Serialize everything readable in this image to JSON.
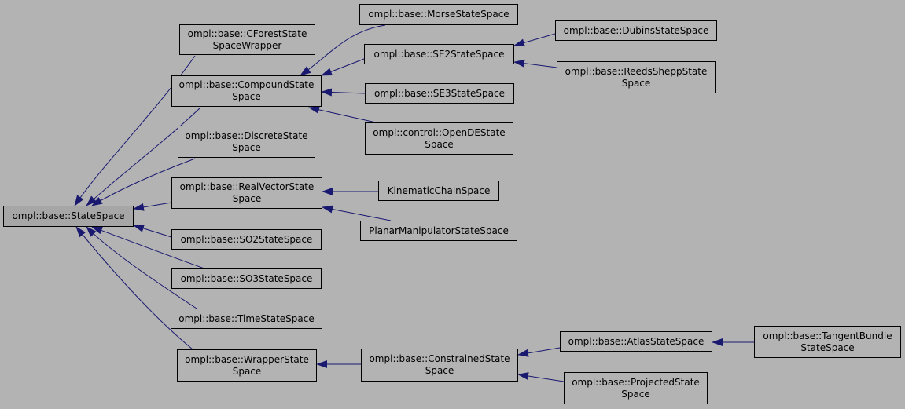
{
  "nodes": {
    "statespace": "ompl::base::StateSpace",
    "cforest": [
      "ompl::base::CForestState",
      "SpaceWrapper"
    ],
    "compound": [
      "ompl::base::CompoundState",
      "Space"
    ],
    "discrete": [
      "ompl::base::DiscreteState",
      "Space"
    ],
    "realvector": [
      "ompl::base::RealVectorState",
      "Space"
    ],
    "so2": "ompl::base::SO2StateSpace",
    "so3": "ompl::base::SO3StateSpace",
    "time": "ompl::base::TimeStateSpace",
    "wrapper": [
      "ompl::base::WrapperState",
      "Space"
    ],
    "morse": "ompl::base::MorseStateSpace",
    "se2": "ompl::base::SE2StateSpace",
    "se3": "ompl::base::SE3StateSpace",
    "opende": [
      "ompl::control::OpenDEState",
      "Space"
    ],
    "kinematic": "KinematicChainSpace",
    "planar": "PlanarManipulatorStateSpace",
    "constrained": [
      "ompl::base::ConstrainedState",
      "Space"
    ],
    "dubins": "ompl::base::DubinsStateSpace",
    "reedsshepp": [
      "ompl::base::ReedsSheppState",
      "Space"
    ],
    "atlas": "ompl::base::AtlasStateSpace",
    "projected": [
      "ompl::base::ProjectedState",
      "Space"
    ],
    "tangent": [
      "ompl::base::TangentBundle",
      "StateSpace"
    ]
  },
  "colors": {
    "background": "#b3b3b3",
    "edge": "#191970",
    "node_border": "#000000",
    "root_fill": "#a6a6a6"
  }
}
